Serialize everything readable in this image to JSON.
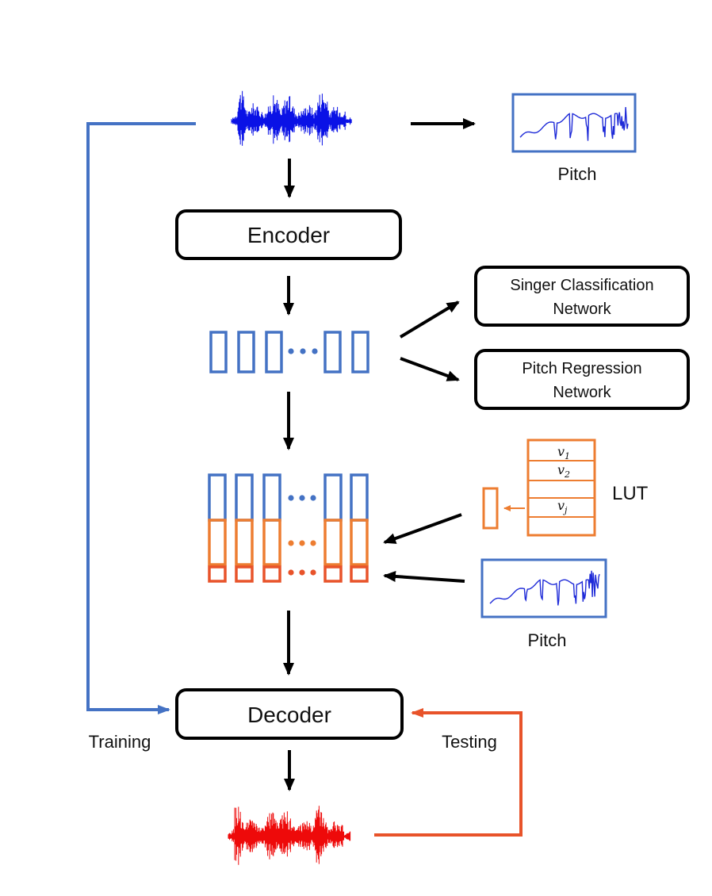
{
  "encoder": {
    "label": "Encoder"
  },
  "decoder": {
    "label": "Decoder"
  },
  "singer_network": {
    "line1": "Singer Classification",
    "line2": "Network"
  },
  "pitch_network": {
    "line1": "Pitch Regression",
    "line2": "Network"
  },
  "pitch_top": {
    "label": "Pitch"
  },
  "pitch_bottom": {
    "label": "Pitch"
  },
  "lut": {
    "label": "LUT",
    "rows": [
      {
        "base": "v",
        "sub": "1"
      },
      {
        "base": "v",
        "sub": "2"
      },
      {
        "base": "v",
        "sub": "j"
      }
    ]
  },
  "paths": {
    "training": "Training",
    "testing": "Testing"
  },
  "colors": {
    "blue": "#4472C4",
    "orange": "#ED7D31",
    "red_orange": "#E8532A",
    "wave_blue": "#0A12E6",
    "wave_red": "#EE0A0A",
    "arrow": "#000000"
  },
  "icons": {
    "waveform_input": "waveform-icon",
    "waveform_output": "waveform-icon",
    "pitch_plot": "pitch-contour-icon"
  }
}
